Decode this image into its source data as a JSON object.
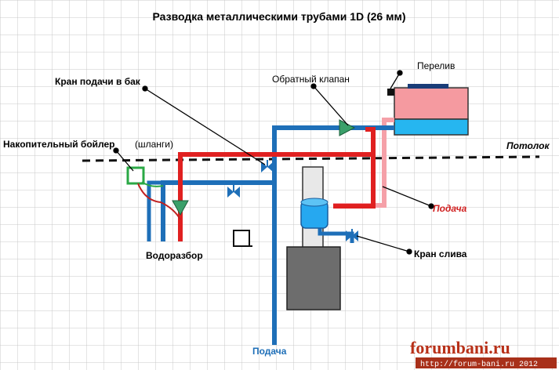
{
  "title": "Разводка металлическими трубами 1D (26 мм)",
  "labels": {
    "overflow": "Перелив",
    "check_valve": "Обратный клапан",
    "tank_supply_valve": "Кран подачи в бак",
    "storage_boiler": "Накопительный бойлер",
    "hoses": "(шланги)",
    "ceiling": "Потолок",
    "water_outlet": "Водоразбор",
    "supply_red": "Подача",
    "drain_valve": "Кран слива",
    "supply_blue": "Подача"
  },
  "watermark": {
    "site": "forumbani.ru",
    "url": "http://forum-bani.ru 2012"
  },
  "colors": {
    "hot_pipe": "#e02020",
    "cold_pipe": "#1e6fb8",
    "pink_pipe": "#f5a0a8",
    "tank_top": "#f59aa0",
    "tank_bottom": "#26b6f0",
    "valve": "#3aa06a",
    "supply_red_text": "#d02020",
    "supply_blue_text": "#1e6fb8",
    "watermark_text": "#b83018"
  }
}
